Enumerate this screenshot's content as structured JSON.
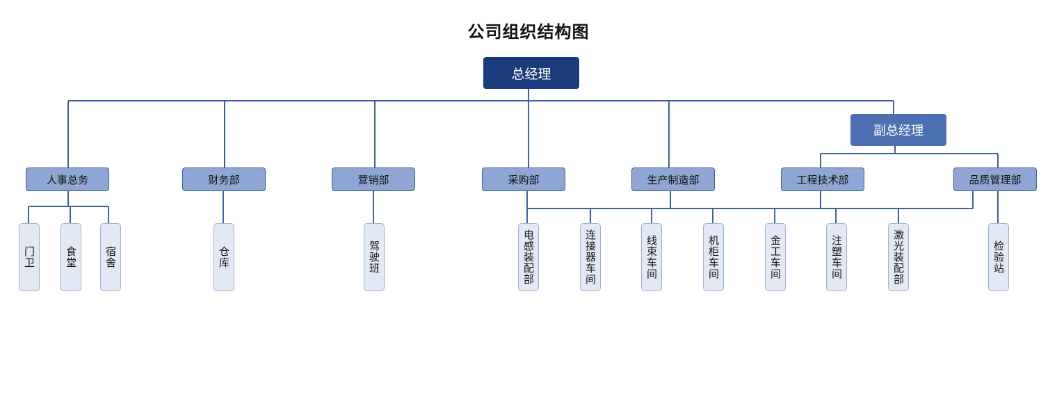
{
  "title": "公司组织结构图",
  "colors": {
    "top": "#1b3c7c",
    "vice": "#4d70b2",
    "dept": "#8ea6d4",
    "unit": "#e2e9f4",
    "line": "#3f5f9f"
  },
  "nodes": {
    "general_manager": "总经理",
    "deputy_manager": "副总经理",
    "depts": {
      "hr": "人事总务",
      "finance": "财务部",
      "marketing": "营销部",
      "purchase": "采购部",
      "production": "生产制造部",
      "engineering": "工程技术部",
      "quality": "品质管理部"
    },
    "units": {
      "gate": "门卫",
      "canteen": "食堂",
      "dorm": "宿舍",
      "warehouse": "仓库",
      "driving": "驾驶班",
      "inductor": "电感装配部",
      "connector": "连接器车间",
      "harness": "线束车间",
      "cabinet": "机柜车间",
      "metalwork": "金工车间",
      "injection": "注塑车间",
      "laser": "激光装配部",
      "inspection": "检验站"
    }
  }
}
